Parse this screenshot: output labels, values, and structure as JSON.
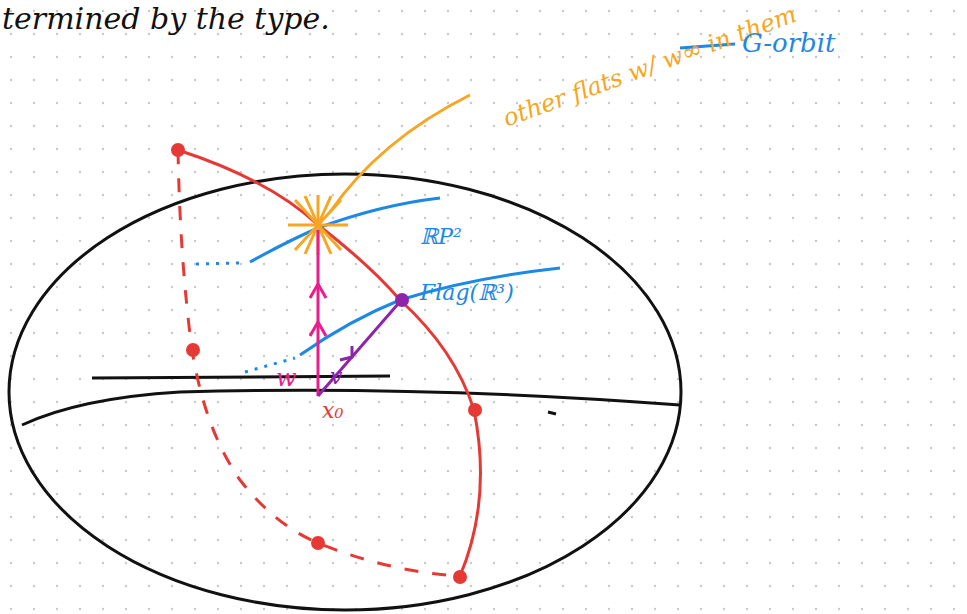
{
  "diagram": {
    "labels": [
      "termined by the type.",
      "other flats w/ w∞ in them",
      "ℝP²",
      "Flag(ℝ³)",
      "w",
      "v",
      "x₀"
    ],
    "legend": [
      {
        "text": "G-orbit"
      }
    ]
  }
}
